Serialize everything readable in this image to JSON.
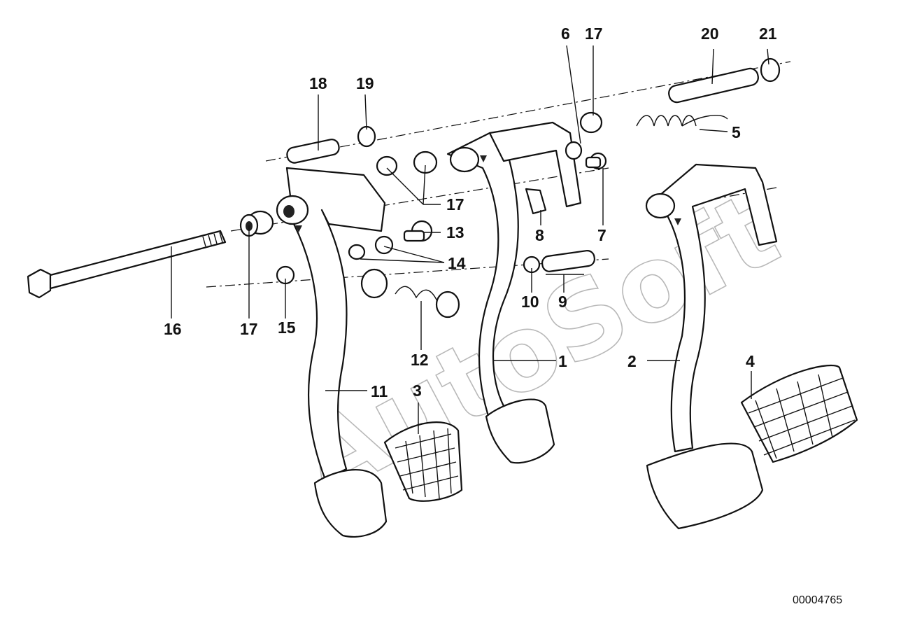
{
  "diagram": {
    "callouts": [
      "1",
      "2",
      "3",
      "4",
      "5",
      "6",
      "7",
      "8",
      "9",
      "10",
      "11",
      "12",
      "13",
      "14",
      "15",
      "16",
      "17",
      "18",
      "19",
      "20",
      "21"
    ],
    "callout_17_repeat": "17",
    "watermark": "AutoSoft",
    "diagram_id": "00004765"
  },
  "colors": {
    "ink": "#111111",
    "watermark": "#b8b8b8",
    "background": "#ffffff"
  }
}
